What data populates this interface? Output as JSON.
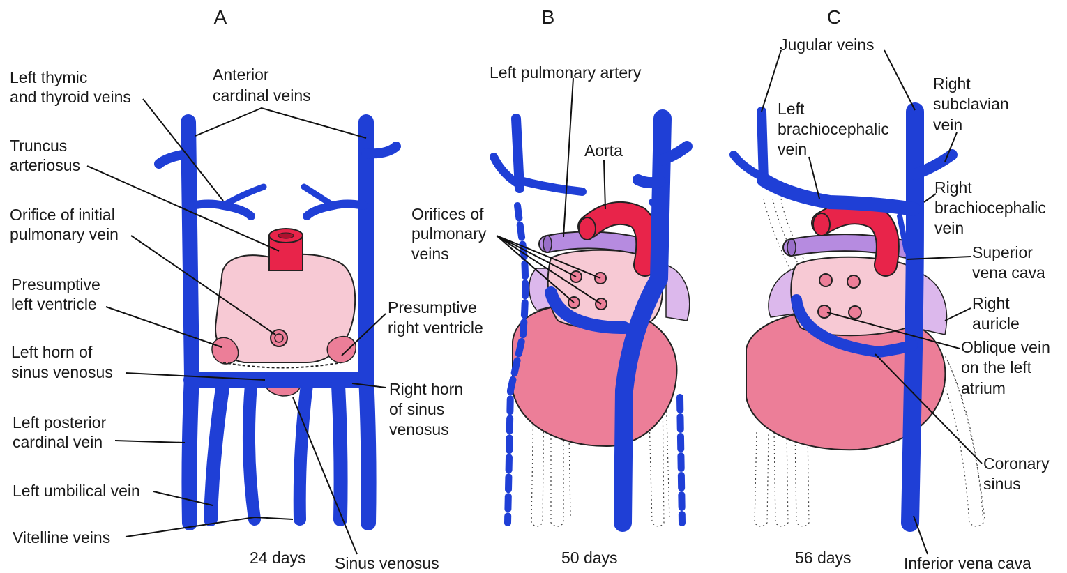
{
  "colors": {
    "vein_blue": "#1f3fd6",
    "heart_pink": "#f7c9d4",
    "ventricle_pink": "#ec7e98",
    "aorta_red": "#e8244a",
    "pulmonary_purple": "#b68be0",
    "auricle_lilac": "#dcb8ec"
  },
  "panels": [
    {
      "letter": "A",
      "days": "24 days"
    },
    {
      "letter": "B",
      "days": "50 days"
    },
    {
      "letter": "C",
      "days": "56 days"
    }
  ],
  "labels": {
    "a": {
      "left_thymic_1": "Left thymic",
      "left_thymic_2": "and thyroid veins",
      "anterior_cardinal_1": "Anterior",
      "anterior_cardinal_2": "cardinal veins",
      "truncus_1": "Truncus",
      "truncus_2": "arteriosus",
      "orifice_1": "Orifice of initial",
      "orifice_2": "pulmonary vein",
      "pres_left_1": "Presumptive",
      "pres_left_2": "left ventricle",
      "left_horn_1": "Left horn of",
      "left_horn_2": "sinus venosus",
      "left_post_1": "Left posterior",
      "left_post_2": "cardinal vein",
      "left_umbilical": "Left umbilical vein",
      "vitelline": "Vitelline veins",
      "pres_right_1": "Presumptive",
      "pres_right_2": "right ventricle",
      "right_horn_1": "Right horn",
      "right_horn_2": "of sinus",
      "right_horn_3": "venosus",
      "sinus_venosus": "Sinus venosus"
    },
    "b": {
      "left_pulmonary_artery": "Left pulmonary artery",
      "aorta": "Aorta",
      "orifices_1": "Orifices of",
      "orifices_2": "pulmonary",
      "orifices_3": "veins"
    },
    "c": {
      "jugular": "Jugular veins",
      "left_brachio_1": "Left",
      "left_brachio_2": "brachiocephalic",
      "left_brachio_3": "vein",
      "right_subclavian_1": "Right",
      "right_subclavian_2": "subclavian",
      "right_subclavian_3": "vein",
      "right_brachio_1": "Right",
      "right_brachio_2": "brachiocephalic",
      "right_brachio_3": "vein",
      "svc_1": "Superior",
      "svc_2": "vena cava",
      "right_auricle_1": "Right",
      "right_auricle_2": "auricle",
      "oblique_1": "Oblique vein",
      "oblique_2": "on the left",
      "oblique_3": "atrium",
      "coronary_1": "Coronary",
      "coronary_2": "sinus",
      "ivc": "Inferior vena cava"
    }
  }
}
